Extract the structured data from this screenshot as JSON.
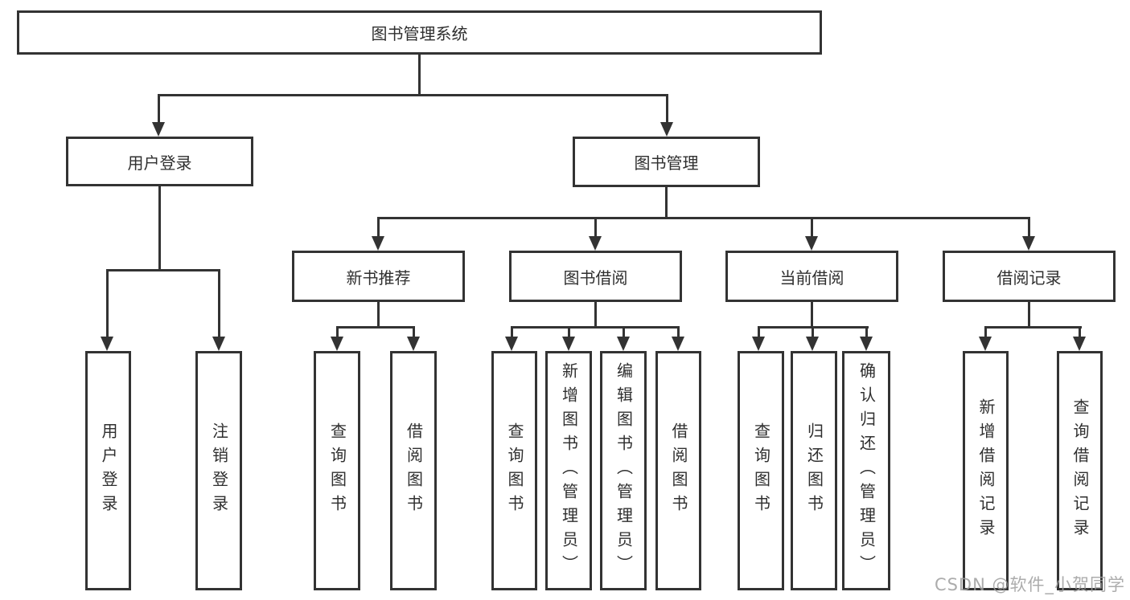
{
  "tree": {
    "root": {
      "label": "图书管理系统"
    },
    "branches": [
      {
        "label": "用户登录",
        "children": [
          {
            "label": "用户登录"
          },
          {
            "label": "注销登录"
          }
        ]
      },
      {
        "label": "图书管理",
        "children": [
          {
            "label": "新书推荐",
            "children": [
              {
                "label": "查询图书"
              },
              {
                "label": "借阅图书"
              }
            ]
          },
          {
            "label": "图书借阅",
            "children": [
              {
                "label": "查询图书"
              },
              {
                "label": "新增图书（管理员）"
              },
              {
                "label": "编辑图书（管理员）"
              },
              {
                "label": "借阅图书"
              }
            ]
          },
          {
            "label": "当前借阅",
            "children": [
              {
                "label": "查询图书"
              },
              {
                "label": "归还图书"
              },
              {
                "label": "确认归还（管理员）"
              }
            ]
          },
          {
            "label": "借阅记录",
            "children": [
              {
                "label": "新增借阅记录"
              },
              {
                "label": "查询借阅记录"
              }
            ]
          }
        ]
      }
    ]
  },
  "watermark": {
    "text": "CSDN @软件_小贺同学"
  },
  "colors": {
    "line": "#333333",
    "text": "#2f2f2f",
    "watermark": "#9e9e9e",
    "background": "#ffffff"
  }
}
